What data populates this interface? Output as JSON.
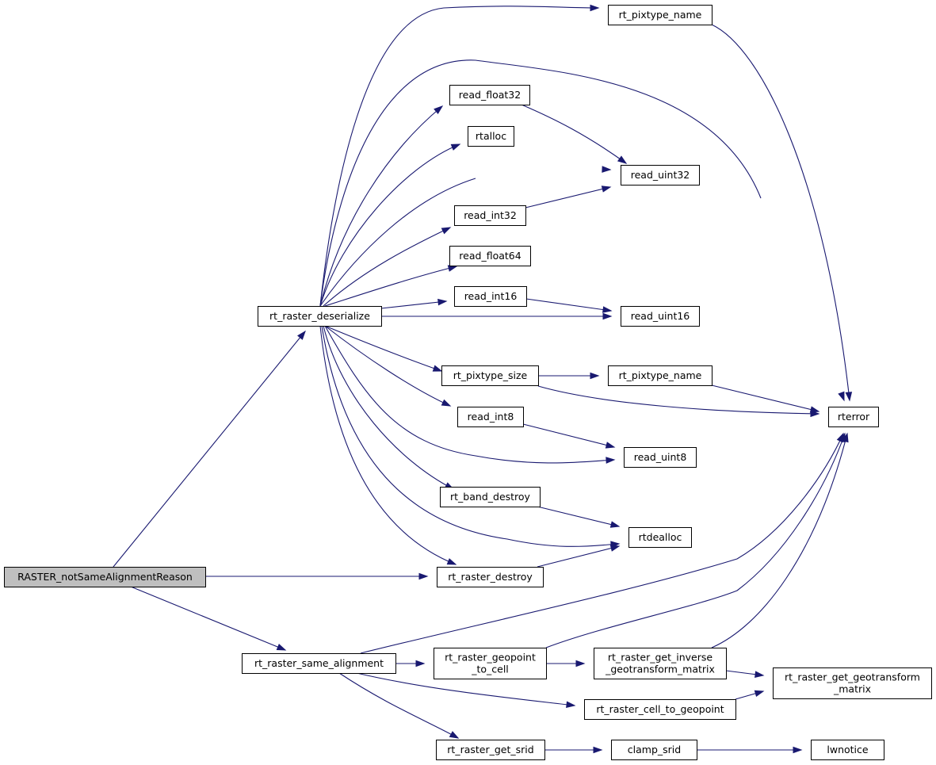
{
  "graph": {
    "nodes": [
      {
        "id": "root",
        "lines": [
          "RASTER_notSameAlignmentReason"
        ]
      },
      {
        "id": "deserialize",
        "lines": [
          "rt_raster_deserialize"
        ]
      },
      {
        "id": "pixname1",
        "lines": [
          "rt_pixtype_name"
        ]
      },
      {
        "id": "float32",
        "lines": [
          "read_float32"
        ]
      },
      {
        "id": "rtalloc",
        "lines": [
          "rtalloc"
        ]
      },
      {
        "id": "uint32",
        "lines": [
          "read_uint32"
        ]
      },
      {
        "id": "int32",
        "lines": [
          "read_int32"
        ]
      },
      {
        "id": "float64",
        "lines": [
          "read_float64"
        ]
      },
      {
        "id": "int16",
        "lines": [
          "read_int16"
        ]
      },
      {
        "id": "uint16",
        "lines": [
          "read_uint16"
        ]
      },
      {
        "id": "pixsize",
        "lines": [
          "rt_pixtype_size"
        ]
      },
      {
        "id": "pixname2",
        "lines": [
          "rt_pixtype_name"
        ]
      },
      {
        "id": "rterror",
        "lines": [
          "rterror"
        ]
      },
      {
        "id": "int8",
        "lines": [
          "read_int8"
        ]
      },
      {
        "id": "uint8",
        "lines": [
          "read_uint8"
        ]
      },
      {
        "id": "banddestroy",
        "lines": [
          "rt_band_destroy"
        ]
      },
      {
        "id": "rtdealloc",
        "lines": [
          "rtdealloc"
        ]
      },
      {
        "id": "rasterdestroy",
        "lines": [
          "rt_raster_destroy"
        ]
      },
      {
        "id": "samealign",
        "lines": [
          "rt_raster_same_alignment"
        ]
      },
      {
        "id": "geopoint2cell",
        "lines": [
          "rt_raster_geopoint",
          "_to_cell"
        ]
      },
      {
        "id": "invgeo",
        "lines": [
          "rt_raster_get_inverse",
          "_geotransform_matrix"
        ]
      },
      {
        "id": "getgeo",
        "lines": [
          "rt_raster_get_geotransform",
          "_matrix"
        ]
      },
      {
        "id": "cell2geo",
        "lines": [
          "rt_raster_cell_to_geopoint"
        ]
      },
      {
        "id": "getsrid",
        "lines": [
          "rt_raster_get_srid"
        ]
      },
      {
        "id": "clampsrid",
        "lines": [
          "clamp_srid"
        ]
      },
      {
        "id": "lwnotice",
        "lines": [
          "lwnotice"
        ]
      }
    ],
    "edges": [
      {
        "from": "root",
        "to": "deserialize"
      },
      {
        "from": "root",
        "to": "rasterdestroy"
      },
      {
        "from": "root",
        "to": "samealign"
      },
      {
        "from": "deserialize",
        "to": "pixname1"
      },
      {
        "from": "deserialize",
        "to": "rterror"
      },
      {
        "from": "deserialize",
        "to": "float32"
      },
      {
        "from": "deserialize",
        "to": "rtalloc"
      },
      {
        "from": "deserialize",
        "to": "uint32"
      },
      {
        "from": "deserialize",
        "to": "int32"
      },
      {
        "from": "deserialize",
        "to": "float64"
      },
      {
        "from": "deserialize",
        "to": "int16"
      },
      {
        "from": "deserialize",
        "to": "uint16"
      },
      {
        "from": "deserialize",
        "to": "pixsize"
      },
      {
        "from": "deserialize",
        "to": "int8"
      },
      {
        "from": "deserialize",
        "to": "uint8"
      },
      {
        "from": "deserialize",
        "to": "banddestroy"
      },
      {
        "from": "deserialize",
        "to": "rtdealloc"
      },
      {
        "from": "deserialize",
        "to": "rasterdestroy"
      },
      {
        "from": "pixname1",
        "to": "rterror"
      },
      {
        "from": "float32",
        "to": "uint32"
      },
      {
        "from": "int32",
        "to": "uint32"
      },
      {
        "from": "int16",
        "to": "uint16"
      },
      {
        "from": "pixsize",
        "to": "pixname2"
      },
      {
        "from": "pixsize",
        "to": "rterror"
      },
      {
        "from": "pixname2",
        "to": "rterror"
      },
      {
        "from": "int8",
        "to": "uint8"
      },
      {
        "from": "banddestroy",
        "to": "rtdealloc"
      },
      {
        "from": "rasterdestroy",
        "to": "rtdealloc"
      },
      {
        "from": "samealign",
        "to": "rterror"
      },
      {
        "from": "samealign",
        "to": "geopoint2cell"
      },
      {
        "from": "samealign",
        "to": "cell2geo"
      },
      {
        "from": "samealign",
        "to": "getsrid"
      },
      {
        "from": "geopoint2cell",
        "to": "rterror"
      },
      {
        "from": "geopoint2cell",
        "to": "invgeo"
      },
      {
        "from": "invgeo",
        "to": "rterror"
      },
      {
        "from": "invgeo",
        "to": "getgeo"
      },
      {
        "from": "cell2geo",
        "to": "getgeo"
      },
      {
        "from": "getsrid",
        "to": "clampsrid"
      },
      {
        "from": "clampsrid",
        "to": "lwnotice"
      }
    ]
  },
  "colors": {
    "edge": "#191970",
    "root_fill": "#bfbfbf",
    "node_fill": "#ffffff",
    "node_border": "#000000"
  }
}
